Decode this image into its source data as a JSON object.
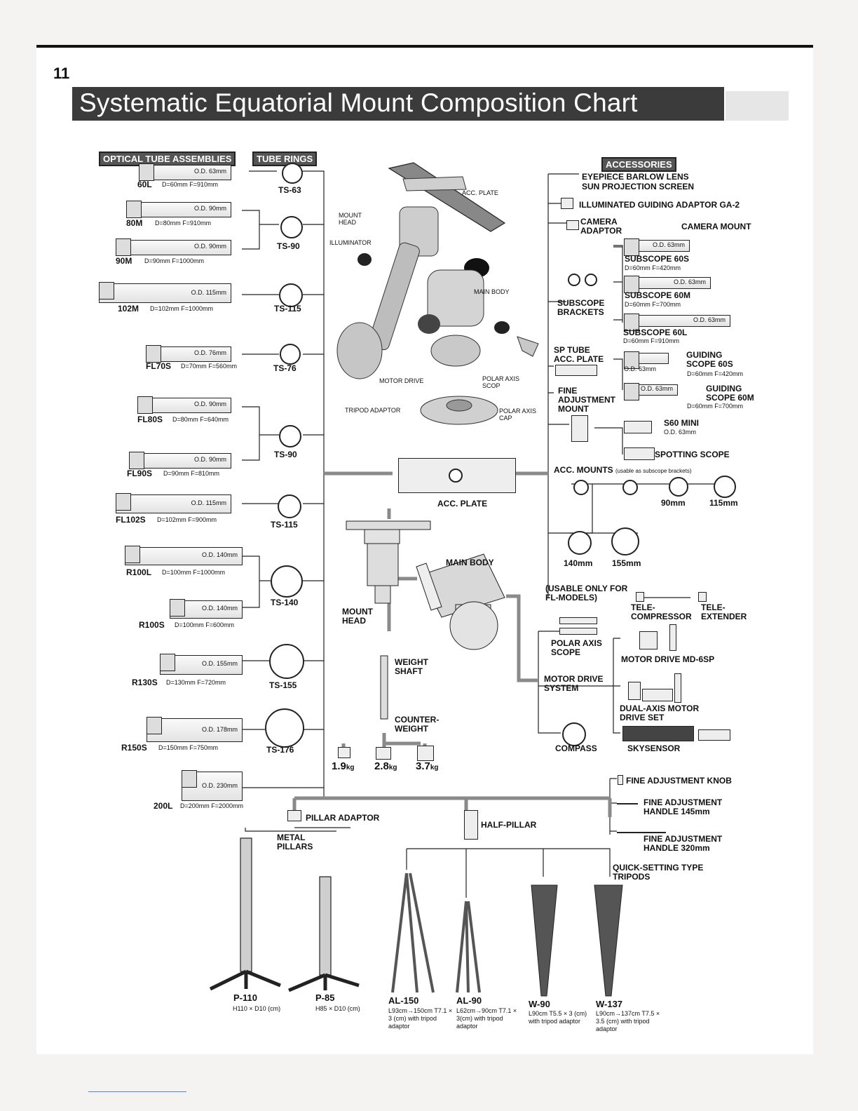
{
  "page_number": "11",
  "title": "Systematic Equatorial Mount Composition Chart",
  "sections": {
    "optical_tube_assemblies": "OPTICAL TUBE ASSEMBLIES",
    "tube_rings": "TUBE RINGS",
    "accessories": "ACCESSORIES"
  },
  "tubes": [
    {
      "name": "60L",
      "spec": "D=60mm F=910mm",
      "od": "O.D. 63mm"
    },
    {
      "name": "80M",
      "spec": "D=80mm F=910mm",
      "od": "O.D. 90mm"
    },
    {
      "name": "90M",
      "spec": "D=90mm F=1000mm",
      "od": "O.D. 90mm"
    },
    {
      "name": "102M",
      "spec": "D=102mm F=1000mm",
      "od": "O.D. 115mm"
    },
    {
      "name": "FL70S",
      "spec": "D=70mm F=560mm",
      "od": "O.D. 76mm"
    },
    {
      "name": "FL80S",
      "spec": "D=80mm F=640mm",
      "od": "O.D. 90mm"
    },
    {
      "name": "FL90S",
      "spec": "D=90mm F=810mm",
      "od": "O.D. 90mm"
    },
    {
      "name": "FL102S",
      "spec": "D=102mm F=900mm",
      "od": "O.D. 115mm"
    },
    {
      "name": "R100L",
      "spec": "D=100mm F=1000mm",
      "od": "O.D. 140mm"
    },
    {
      "name": "R100S",
      "spec": "D=100mm F=600mm",
      "od": "O.D. 140mm"
    },
    {
      "name": "R130S",
      "spec": "D=130mm F=720mm",
      "od": "O.D. 155mm"
    },
    {
      "name": "R150S",
      "spec": "D=150mm F=750mm",
      "od": "O.D. 178mm"
    },
    {
      "name": "200L",
      "spec": "D=200mm F=2000mm",
      "od": "O.D. 230mm"
    }
  ],
  "rings": [
    "TS-63",
    "TS-90",
    "TS-115",
    "TS-76",
    "TS-90",
    "TS-115",
    "TS-140",
    "TS-155",
    "TS-176"
  ],
  "mount_photo_labels": {
    "acc_plate": "ACC. PLATE",
    "mount_head": "MOUNT HEAD",
    "illuminator": "ILLUMINATOR",
    "main_body": "MAIN BODY",
    "motor_drive": "MOTOR DRIVE",
    "polar_axis_scop": "POLAR AXIS SCOP",
    "tripod_adaptor": "TRIPOD ADAPTOR",
    "polar_axis_cap": "POLAR AXIS CAP"
  },
  "center": {
    "acc_plate": "ACC. PLATE",
    "main_body": "MAIN BODY",
    "mount_head": "MOUNT HEAD",
    "weight_shaft": "WEIGHT SHAFT",
    "counterweight": "COUNTER-WEIGHT",
    "weights": [
      "1.9",
      "2.8",
      "3.7"
    ],
    "weight_unit": "kg"
  },
  "accessories": {
    "eyepiece": "EYEPIECE  BARLOW LENS",
    "sun_screen": "SUN PROJECTION SCREEN",
    "illuminated": "ILLUMINATED GUIDING ADAPTOR GA-2",
    "camera_adaptor": "CAMERA ADAPTOR",
    "camera_mount": "CAMERA MOUNT",
    "sub60s": {
      "name": "SUBSCOPE 60S",
      "spec": "D=60mm F=420mm",
      "od": "O.D. 63mm"
    },
    "sub60m": {
      "name": "SUBSCOPE 60M",
      "spec": "D=60mm F=700mm",
      "od": "O.D. 63mm"
    },
    "sub60l": {
      "name": "SUBSCOPE 60L",
      "spec": "D=60mm F=910mm",
      "od": "O.D. 63mm"
    },
    "subscope_brackets": "SUBSCOPE BRACKETS",
    "sp_tube": "SP TUBE ACC. PLATE",
    "guiding60s": {
      "name": "GUIDING SCOPE 60S",
      "spec": "D=60mm F=420mm",
      "od": "O.D. 63mm"
    },
    "guiding60m": {
      "name": "GUIDING SCOPE 60M",
      "spec": "D=60mm F=700mm",
      "od": "O.D. 63mm"
    },
    "fine_mount": "FINE ADJUSTMENT MOUNT",
    "s60mini": {
      "name": "S60 MINI",
      "od": "O.D. 63mm"
    },
    "spotting": "SPOTTING SCOPE",
    "acc_mounts": "ACC. MOUNTS",
    "acc_mounts_note": "(usable as subscope brackets)",
    "sizes": [
      "90mm",
      "115mm",
      "140mm",
      "155mm"
    ],
    "usable_only": "(USABLE ONLY FOR FL-MODELS)",
    "tele_comp": "TELE-COMPRESSOR",
    "tele_ext": "TELE-EXTENDER",
    "polar_scope": "POLAR AXIS SCOPE",
    "motor_md6sp": "MOTOR DRIVE MD-6SP",
    "motor_system": "MOTOR DRIVE SYSTEM",
    "dual_axis": "DUAL-AXIS MOTOR DRIVE SET",
    "compass": "COMPASS",
    "skysensor": "SKYSENSOR",
    "fine_knob": "FINE ADJUSTMENT KNOB",
    "fine_145": "FINE ADJUSTMENT HANDLE 145mm",
    "fine_320": "FINE ADJUSTMENT HANDLE 320mm"
  },
  "bottom": {
    "pillar_adaptor": "PILLAR ADAPTOR",
    "metal_pillars": "METAL PILLARS",
    "half_pillar": "HALF-PILLAR",
    "quick_setting": "QUICK-SETTING TYPE TRIPODS",
    "supports": [
      {
        "name": "P-110",
        "spec": "H110 × D10 (cm)"
      },
      {
        "name": "P-85",
        "spec": "H85 × D10 (cm)"
      },
      {
        "name": "AL-150",
        "spec": "L93cm→150cm T7.1 × 3 (cm) with tripod adaptor"
      },
      {
        "name": "AL-90",
        "spec": "L62cm→90cm T7.1 × 3(cm) with tripod adaptor"
      },
      {
        "name": "W-90",
        "spec": "L90cm T5.5 × 3 (cm) with tripod adaptor"
      },
      {
        "name": "W-137",
        "spec": "L90cm→137cm T7.5 × 3.5 (cm) with tripod adaptor"
      }
    ]
  }
}
